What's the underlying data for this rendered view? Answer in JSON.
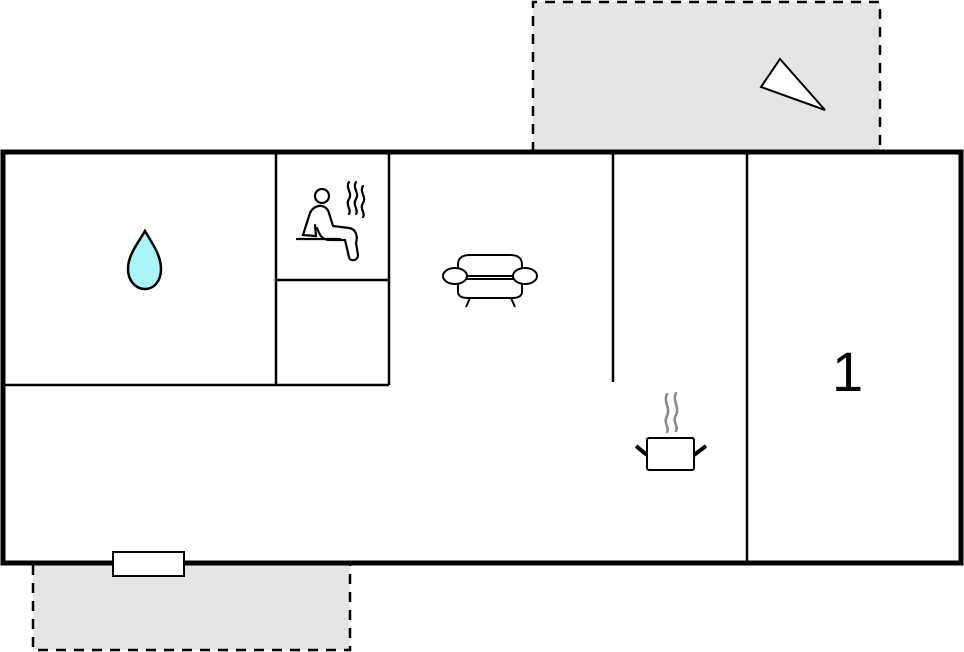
{
  "floorplan": {
    "colors": {
      "wall": "#000000",
      "terrace_fill": "#e5e5e5",
      "water_drop_fill": "#aaf5f8",
      "steam_gray": "#808080",
      "background": "#ffffff"
    },
    "rooms": [
      {
        "name": "bathroom",
        "icon": "water-drop-icon"
      },
      {
        "name": "sauna",
        "icon": "sauna-icon"
      },
      {
        "name": "closet"
      },
      {
        "name": "living-room",
        "icon": "sofa-icon"
      },
      {
        "name": "kitchen",
        "icon": "cooking-pot-icon"
      },
      {
        "name": "bedroom-1",
        "label": "1"
      }
    ],
    "terraces": [
      {
        "name": "terrace-top",
        "icon": "compass-arrow-icon"
      },
      {
        "name": "terrace-bottom"
      }
    ],
    "bedroom_label": "1"
  }
}
